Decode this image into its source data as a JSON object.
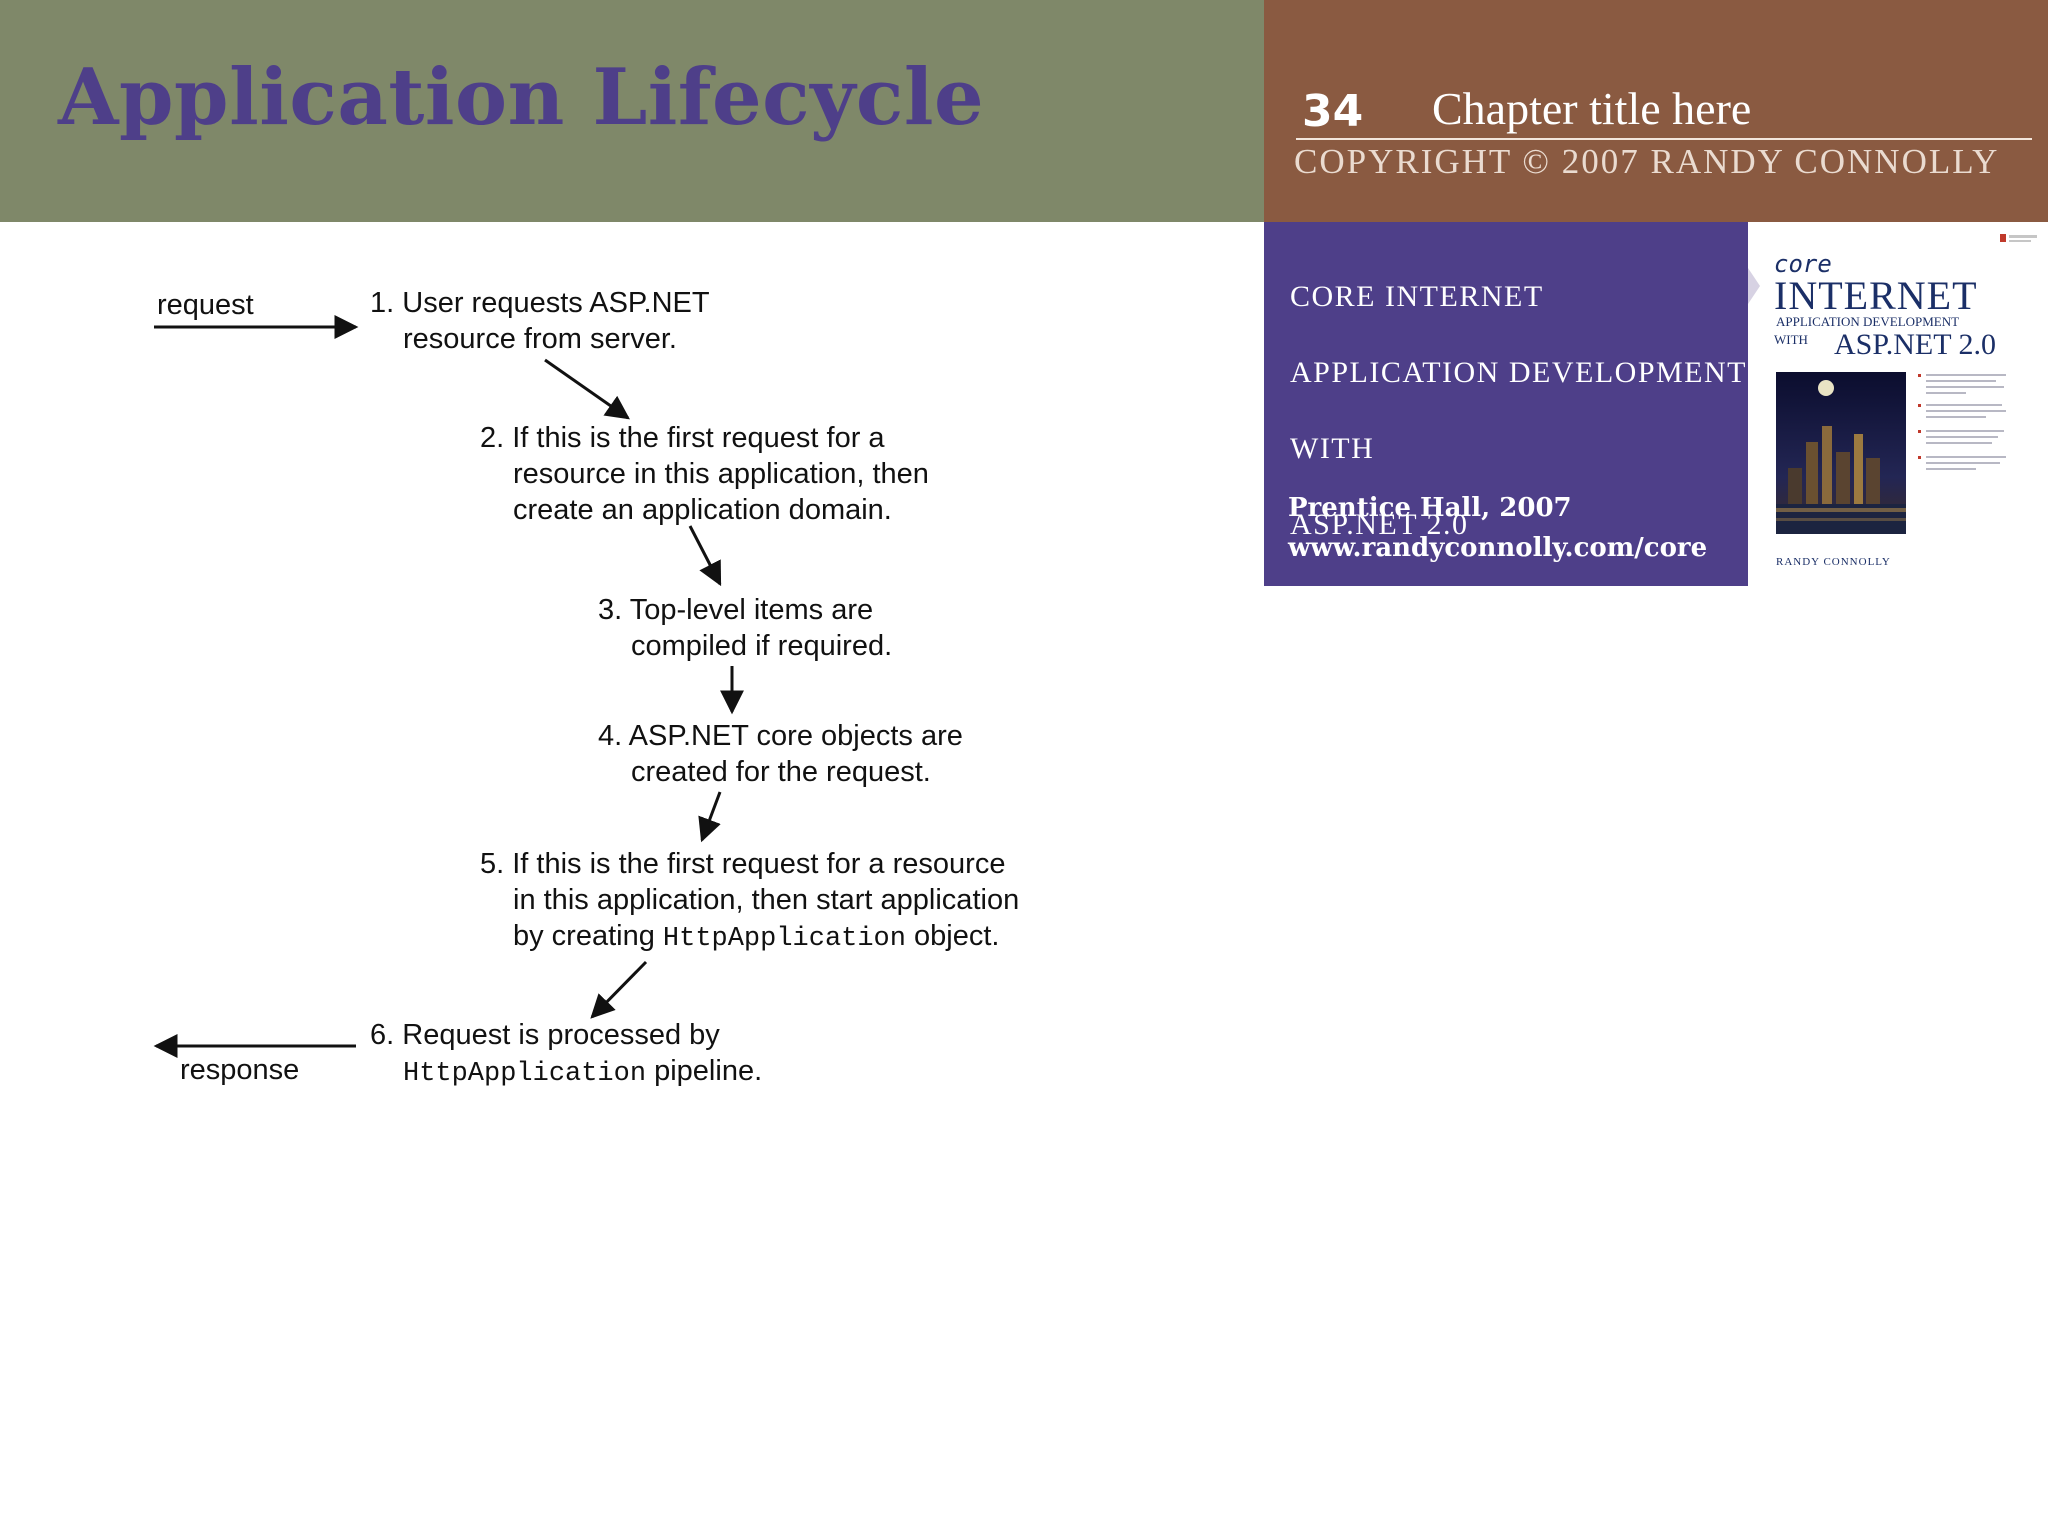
{
  "header": {
    "title": "Application Lifecycle",
    "slide_number": "34",
    "chapter_title": "Chapter title here",
    "copyright": "COPYRIGHT © 2007 RANDY CONNOLLY"
  },
  "book": {
    "title_lines": [
      "CORE INTERNET",
      "APPLICATION DEVELOPMENT",
      "WITH",
      "ASP.NET 2.0"
    ],
    "publisher": "Prentice Hall, 2007",
    "url": "www.randyconnolly.com/core",
    "cover": {
      "core": "core",
      "internet": "INTERNET",
      "subtitle": "APPLICATION DEVELOPMENT",
      "with": "WITH",
      "aspnet": "ASP.NET 2.0",
      "author": "RANDY CONNOLLY"
    }
  },
  "diagram": {
    "request_label": "request",
    "response_label": "response",
    "steps": [
      {
        "num": "1.",
        "line1": "User requests ASP.NET",
        "line2": "resource from server."
      },
      {
        "num": "2.",
        "line1": "If this is the first request for a",
        "line2": "resource in this application, then",
        "line3": "create an application domain."
      },
      {
        "num": "3.",
        "line1": "Top-level items are",
        "line2": "compiled if required."
      },
      {
        "num": "4.",
        "line1": "ASP.NET core objects are",
        "line2": "created for the request."
      },
      {
        "num": "5.",
        "line1": "If this is the first request for a resource",
        "line2": "in this application, then start application",
        "line3_pre": "by creating ",
        "line3_code": "HttpApplication",
        "line3_post": " object."
      },
      {
        "num": "6.",
        "line1": "Request is processed by",
        "line2_code": "HttpApplication",
        "line2_post": " pipeline."
      }
    ]
  },
  "colors": {
    "header_left": "#7f8869",
    "header_right": "#8a5a41",
    "title": "#4e3f89",
    "book_panel": "#4e3f89"
  }
}
